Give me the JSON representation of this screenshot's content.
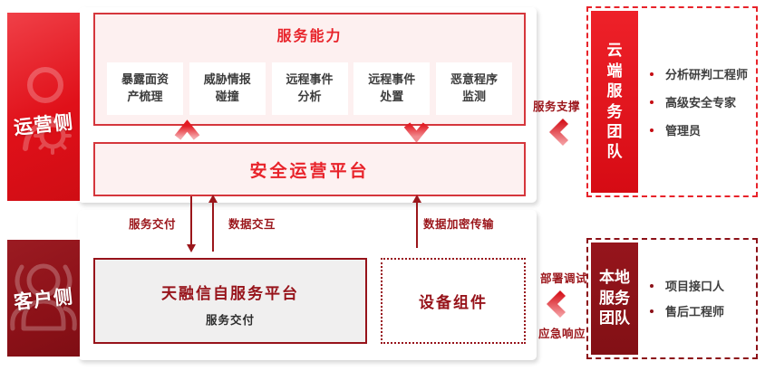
{
  "left_rail": {
    "operations_label": "运营侧",
    "customer_label": "客户侧"
  },
  "capability": {
    "title": "服务能力",
    "items": [
      "暴露面资产梳理",
      "威胁情报碰撞",
      "远程事件分析",
      "远程事件处置",
      "恶意程序监测"
    ]
  },
  "platform": {
    "title": "安全运营平台"
  },
  "flows": {
    "service_delivery": "服务交付",
    "data_exchange": "数据交互",
    "encrypted_transfer": "数据加密传输"
  },
  "self_platform": {
    "title": "天融信自服务平台",
    "subtitle": "服务交付"
  },
  "device": {
    "title": "设备组件"
  },
  "cloud_team": {
    "support_label": "服务支撑",
    "title": "云端服务团队",
    "members": [
      "分析研判工程师",
      "高级安全专家",
      "管理员"
    ]
  },
  "local_team": {
    "deploy_label": "部署调试",
    "emergency_label": "应急响应",
    "title": "本地服务团队",
    "members": [
      "项目接口人",
      "售后工程师"
    ]
  },
  "colors": {
    "accent_red": "#e8232a",
    "bright_red": "#e01019",
    "maroon": "#8c1118",
    "dark_red_text": "#9b161b",
    "pink_fill": "#fdf1f1",
    "gray_fill": "#f0efef"
  }
}
